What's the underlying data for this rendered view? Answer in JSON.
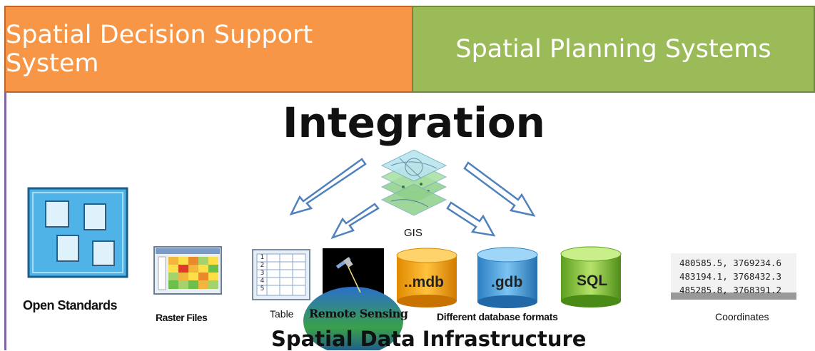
{
  "header": {
    "left_title": "Spatial Decision Support System",
    "right_title": "Spatial Planning Systems",
    "left_color": "#f79646",
    "right_color": "#9bbb59"
  },
  "diagram": {
    "title": "Integration",
    "center_label": "GIS",
    "footer": "Spatial Data Infrastructure"
  },
  "items": {
    "open_standards": "Open Standards",
    "raster_files": "Raster Files",
    "table": "Table",
    "remote_sensing": "Remote Sensing",
    "db_formats": "Different database formats",
    "coordinates": "Coordinates"
  },
  "table_rows": [
    "1",
    "2",
    "3",
    "4",
    "5"
  ],
  "databases": [
    {
      "label": "..mdb",
      "color": "#f5a623"
    },
    {
      "label": ".gdb",
      "color": "#4ea1e0"
    },
    {
      "label": "SQL",
      "color": "#8dc63f"
    }
  ],
  "coordinates": [
    "480585.5, 3769234.6",
    "483194.1, 3768432.3",
    "485285.8, 3768391.2"
  ]
}
